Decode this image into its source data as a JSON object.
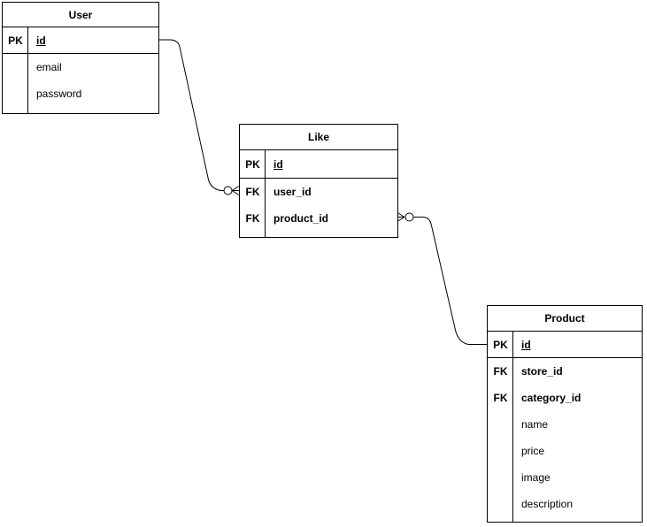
{
  "diagram": {
    "type": "entity-relationship",
    "colors": {
      "stroke": "#000000",
      "text": "#000000",
      "background": "#ffffff"
    },
    "tables": [
      {
        "name": "User",
        "pk": {
          "key_label": "PK",
          "field": "id"
        },
        "attributes": [
          {
            "key_label": "",
            "field": "email"
          },
          {
            "key_label": "",
            "field": "password"
          }
        ]
      },
      {
        "name": "Like",
        "pk": {
          "key_label": "PK",
          "field": "id"
        },
        "attributes": [
          {
            "key_label": "FK",
            "field": "user_id"
          },
          {
            "key_label": "FK",
            "field": "product_id"
          }
        ]
      },
      {
        "name": "Product",
        "pk": {
          "key_label": "PK",
          "field": "id"
        },
        "attributes": [
          {
            "key_label": "FK",
            "field": "store_id"
          },
          {
            "key_label": "FK",
            "field": "category_id"
          },
          {
            "key_label": "",
            "field": "name"
          },
          {
            "key_label": "",
            "field": "price"
          },
          {
            "key_label": "",
            "field": "image"
          },
          {
            "key_label": "",
            "field": "description"
          }
        ]
      }
    ],
    "relationships": [
      {
        "from": "User.id",
        "to": "Like.user_id",
        "cardinality_at_like": "zero-or-many",
        "cardinality_at_user": "one"
      },
      {
        "from": "Product.id",
        "to": "Like.product_id",
        "cardinality_at_like": "zero-or-many",
        "cardinality_at_product": "one"
      }
    ]
  }
}
